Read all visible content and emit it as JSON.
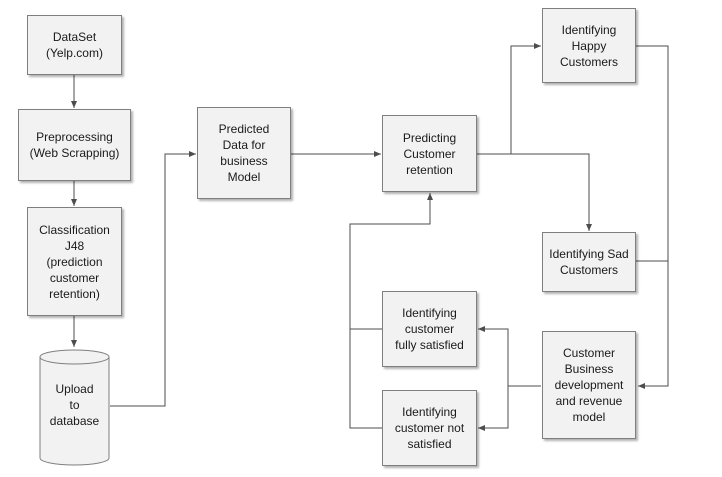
{
  "nodes": {
    "dataset": "DataSet\n(Yelp.com)",
    "preprocessing": "Preprocessing\n(Web Scrapping)",
    "classification": "Classification\nJ48\n(prediction\ncustomer\nretention)",
    "upload": "Upload\nto\ndatabase",
    "predicted_data": "Predicted\nData for\nbusiness\nModel",
    "predicting_retention": "Predicting\nCustomer\nretention",
    "happy": "Identifying\nHappy\nCustomers",
    "sad": "Identifying Sad\nCustomers",
    "fully_satisfied": "Identifying\ncustomer\nfully satisfied",
    "not_satisfied": "Identifying\ncustomer not\nsatisfied",
    "business_dev": "Customer\nBusiness\ndevelopment\nand revenue\nmodel"
  },
  "colors": {
    "box_fill": "#f2f2f2",
    "box_border": "#7f7f7f",
    "connector": "#4d4d4d",
    "text": "#1a1a1a"
  }
}
